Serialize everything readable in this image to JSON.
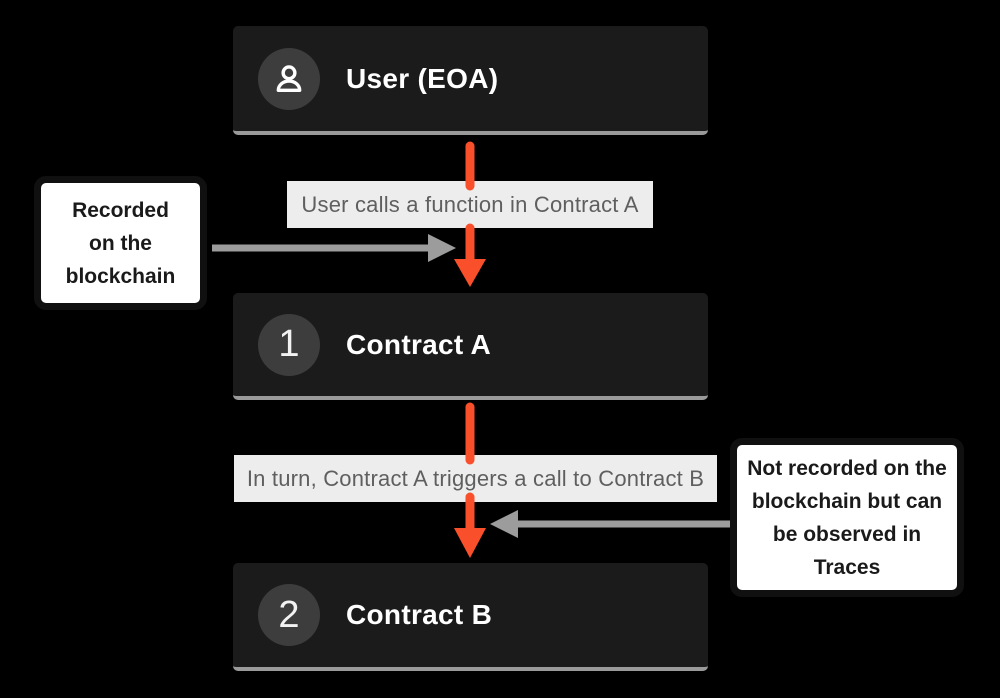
{
  "colors": {
    "background": "#000000",
    "node_bg": "#1B1B1B",
    "badge_bg": "#3D3D3D",
    "node_text": "#FFFFFF",
    "orange": "#F9502B",
    "gray_arrow": "#9C9C9C",
    "label_bg": "#EDEDED",
    "label_text": "#5F5F5F",
    "callout_border": "#101010",
    "callout_text": "#1A1A1A"
  },
  "nodes": [
    {
      "id": "user",
      "badge": "avatar-icon",
      "title": "User (EOA)"
    },
    {
      "id": "contract-a",
      "badge": "1",
      "title": "Contract A"
    },
    {
      "id": "contract-b",
      "badge": "2",
      "title": "Contract B"
    }
  ],
  "edge_labels": [
    {
      "text": "User calls a function in Contract A"
    },
    {
      "text": "In turn, Contract A triggers a call to Contract B"
    }
  ],
  "callouts": [
    {
      "text": "Recorded on the blockchain",
      "lines": [
        "Recorded",
        "on the",
        "blockchain"
      ]
    },
    {
      "text": "Not recorded on the blockchain but can be observed in Traces",
      "lines": [
        "Not recorded on the",
        "blockchain but can",
        "be observed in",
        "Traces"
      ]
    }
  ]
}
